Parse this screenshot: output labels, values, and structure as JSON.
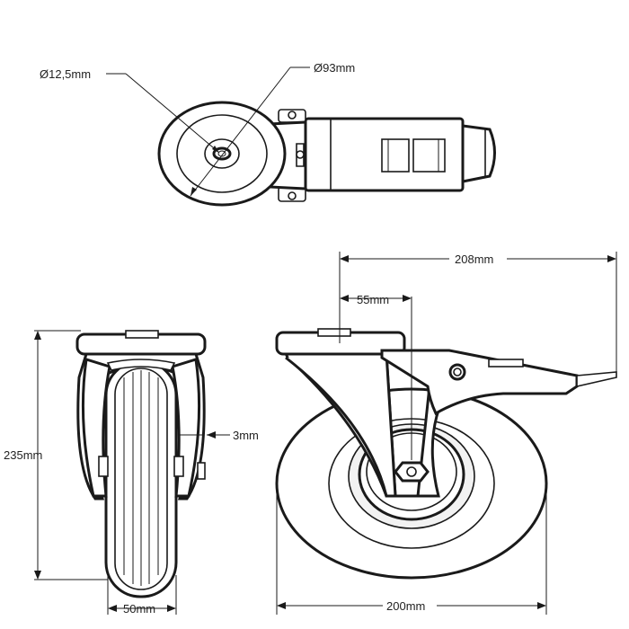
{
  "dimensions": {
    "axle_diameter": "Ø12,5mm",
    "wheel_diameter_top": "Ø93mm",
    "overall_length": "208mm",
    "offset": "55mm",
    "bracket_clearance": "3mm",
    "total_height": "235mm",
    "wheel_width": "50mm",
    "wheel_diameter": "200mm"
  },
  "colors": {
    "line": "#1a1a1a",
    "fill": "#ffffff",
    "shade": "#f2f2f2"
  }
}
